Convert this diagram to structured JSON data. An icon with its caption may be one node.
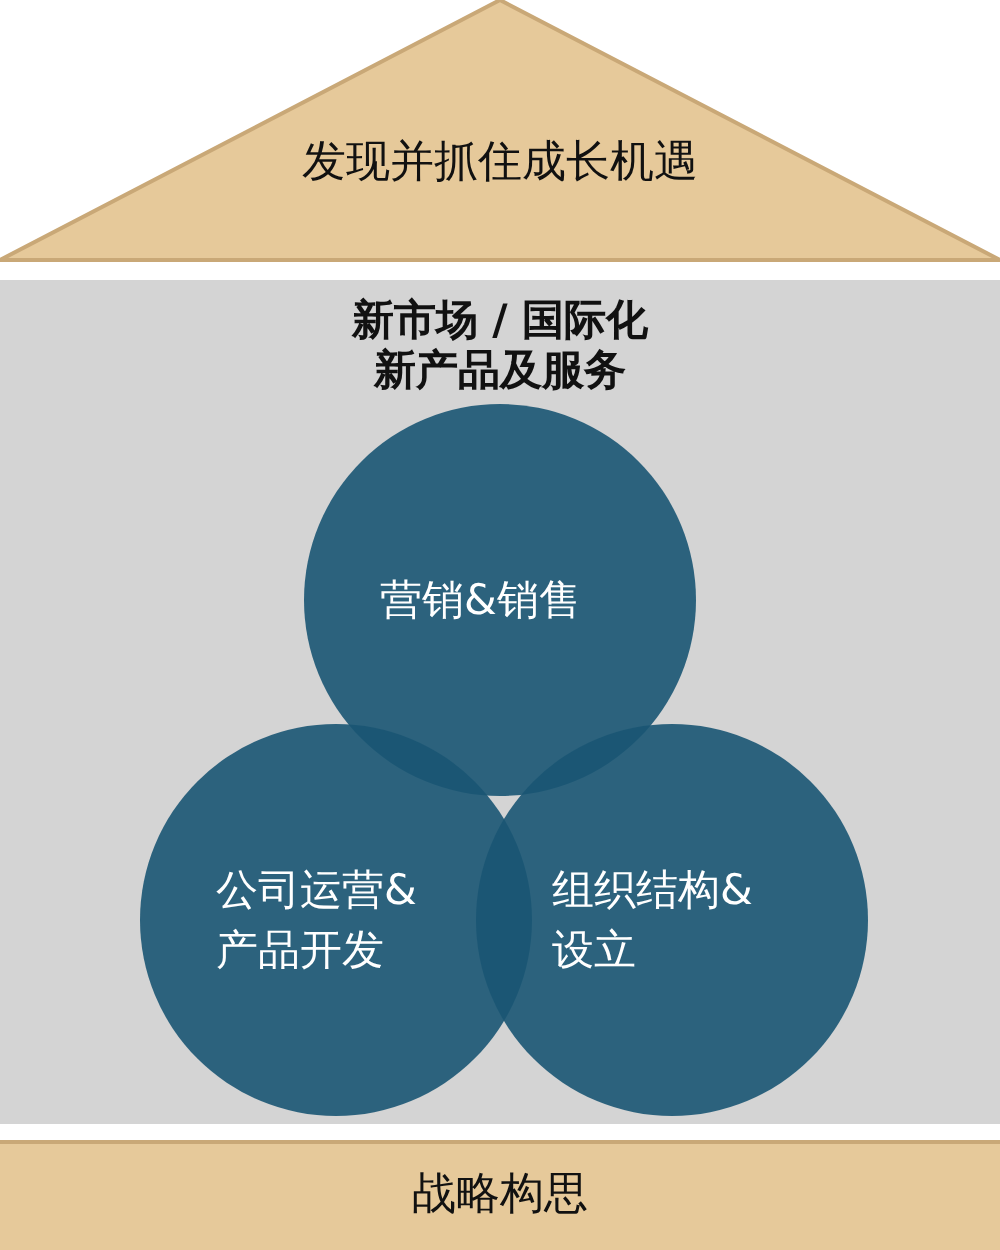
{
  "diagram": {
    "nodes": [
      {
        "text": [
          "发现并抓住成长机遇"
        ]
      },
      {
        "text": [
          "新市场 / 国际化新产品及服务"
        ]
      },
      {
        "text": [
          "营销&销售"
        ],
        "in": 1
      },
      {
        "text": [
          "公司运营&产品开发"
        ],
        "in": 1
      },
      {
        "text": [
          "组织结构&设立"
        ],
        "in": 1
      },
      {
        "text": [
          "战略构思"
        ]
      }
    ]
  }
}
